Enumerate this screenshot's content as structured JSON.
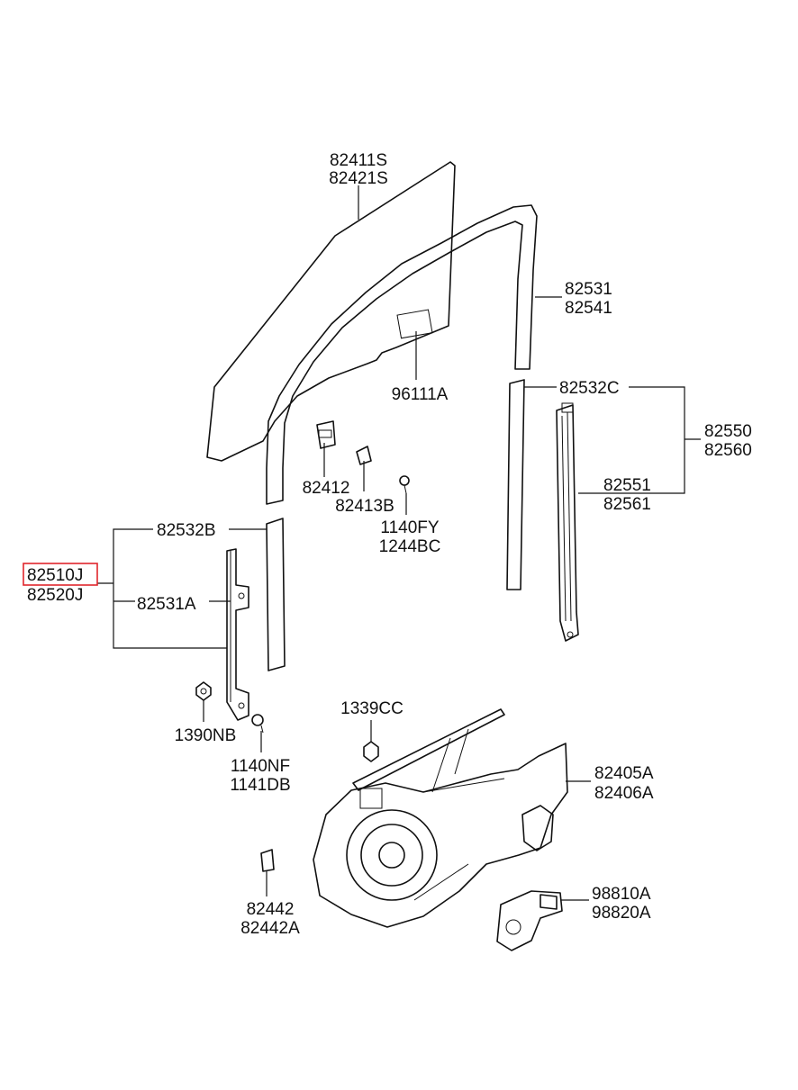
{
  "highlight_color": "#e0262c",
  "labels": {
    "glass_1": "82411S",
    "glass_2": "82421S",
    "run_1": "82531",
    "run_2": "82541",
    "sticker": "96111A",
    "chan_c": "82532C",
    "assy_r1": "82550",
    "assy_r2": "82560",
    "chan_r1": "82551",
    "chan_r2": "82561",
    "clip_1": "82412",
    "clip_2": "82413B",
    "bolt_1": "1140FY",
    "bolt_2": "1244BC",
    "chan_b": "82532B",
    "assy_l1": "82510J",
    "assy_l2": "82520J",
    "chan_a": "82531A",
    "nut_l": "1390NB",
    "bolt_l1": "1140NF",
    "bolt_l2": "1141DB",
    "nut_c": "1339CC",
    "reg_1": "82405A",
    "reg_2": "82406A",
    "clip_b1": "82442",
    "clip_b2": "82442A",
    "motor_1": "98810A",
    "motor_2": "98820A"
  }
}
